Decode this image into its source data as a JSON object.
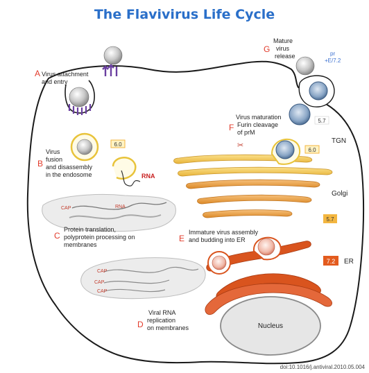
{
  "title": "The Flavivirus Life Cycle",
  "colors": {
    "title": "#2a6fc9",
    "step_letter": "#e23a2a",
    "cell_outline": "#1a1a1a",
    "golgi_yellow": "#f3c64a",
    "golgi_orange": "#e49a2e",
    "er_orange": "#d9541e",
    "ph_box": "#f3b640",
    "ph_box_dark": "#e35b1e"
  },
  "steps": {
    "a": {
      "letter": "A",
      "line1": "Virus attachment",
      "line2": "and entry"
    },
    "b": {
      "letter": "B",
      "line1": "Virus",
      "line2": "fusion",
      "line3": "and disassembly",
      "line4": "in the endosome"
    },
    "c": {
      "letter": "C",
      "line1": "Protein translation,",
      "line2": "polyprotein processing on",
      "line3": "membranes"
    },
    "d": {
      "letter": "D",
      "line1": "Viral RNA",
      "line2": "replication",
      "line3": "on membranes"
    },
    "e": {
      "letter": "E",
      "line1": "Immature virus assembly",
      "line2": "and budding into ER"
    },
    "f": {
      "letter": "F",
      "line1": "Virus maturation",
      "line2": "Furin cleavage",
      "line3": "of prM"
    },
    "g": {
      "letter": "G",
      "line1": "Mature",
      "line2": "virus",
      "line3": "release"
    }
  },
  "labels": {
    "rna_endosome": "RNA",
    "rna_membrane": "RNA",
    "cap1": "CAP",
    "cap2": "CAP",
    "cap3": "CAP",
    "cap4": "CAP",
    "pr": "pr",
    "pr_e": "+E/7.2",
    "tgn": "TGN",
    "golgi": "Golgi",
    "er": "ER",
    "nucleus": "Nucleus",
    "ph_endosome": "6.0",
    "ph_tgn": "6.0",
    "ph_vesicle": "5.7",
    "ph_golgi": "5.7",
    "ph_er": "7.2"
  },
  "citation": "doi:10.1016/j.antiviral.2010.05.004"
}
